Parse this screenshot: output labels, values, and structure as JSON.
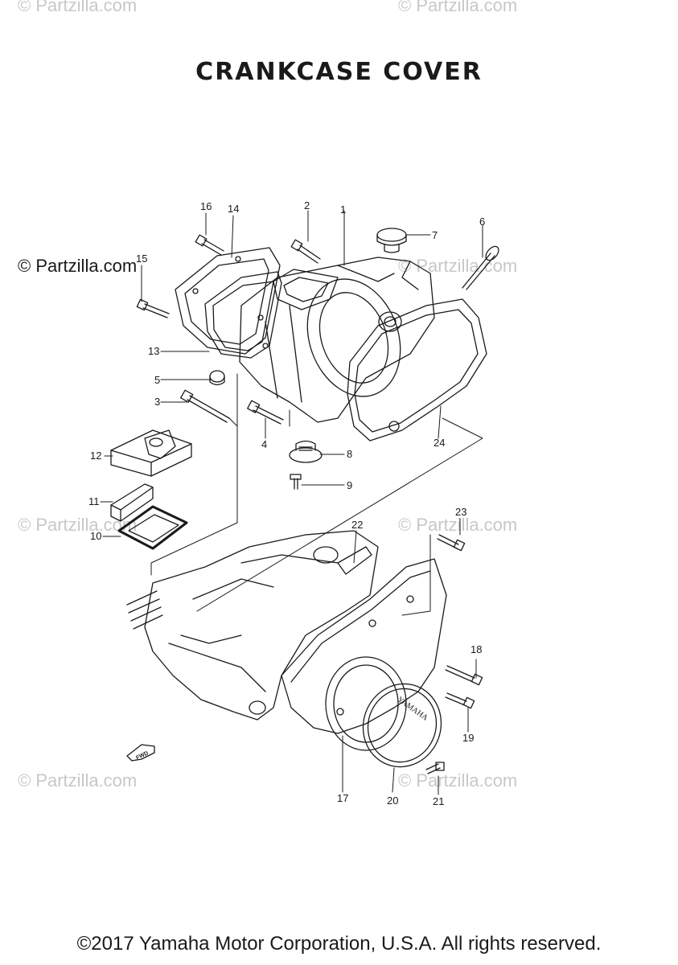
{
  "title": "CRANKCASE COVER",
  "watermark": "© Partzilla.com",
  "footer": "©2017 Yamaha Motor Corporation, U.S.A. All rights reserved.",
  "cover_text": "YAMAHA",
  "fwd_text": "FWD",
  "callouts": [
    "1",
    "2",
    "3",
    "4",
    "5",
    "6",
    "7",
    "8",
    "9",
    "10",
    "11",
    "12",
    "13",
    "14",
    "15",
    "16",
    "17",
    "18",
    "19",
    "20",
    "21",
    "22",
    "23",
    "24"
  ]
}
